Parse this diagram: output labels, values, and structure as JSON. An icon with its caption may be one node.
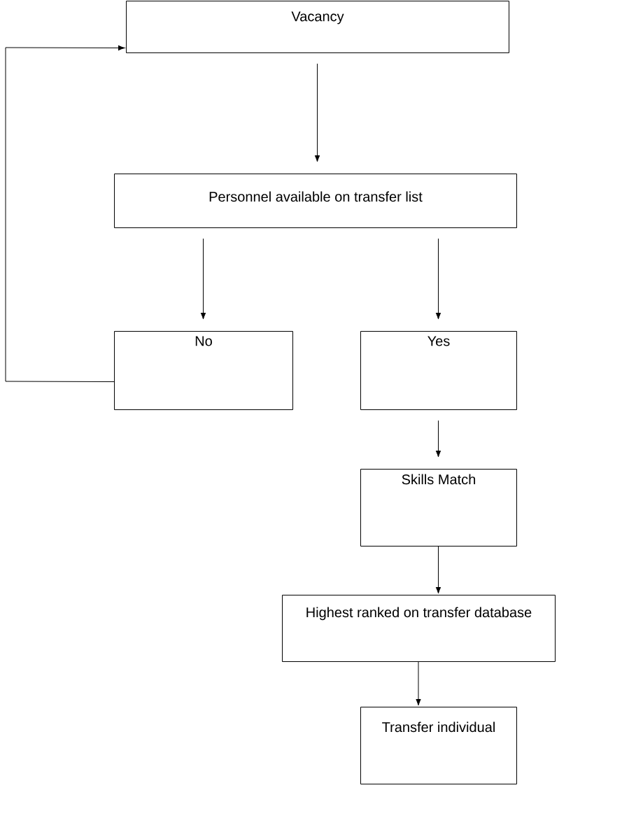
{
  "diagram": {
    "nodes": [
      {
        "text": [
          "Vacancy"
        ]
      },
      {
        "text": [
          "Personnel available on transfer list"
        ]
      },
      {
        "text": [
          "No"
        ]
      },
      {
        "text": [
          "Yes"
        ]
      },
      {
        "text": [
          "Skills Match"
        ]
      },
      {
        "text": [
          "Highest ranked on transfer database"
        ]
      },
      {
        "text": [
          "Transfer individual"
        ]
      }
    ],
    "edges": [
      {
        "from": 0,
        "to": 1,
        "arrow": "to"
      },
      {
        "from": 1,
        "to": 2,
        "arrow": "to"
      },
      {
        "from": 1,
        "to": 3,
        "arrow": "to"
      },
      {
        "from": 3,
        "to": 4,
        "arrow": "to"
      },
      {
        "from": 4,
        "to": 5,
        "arrow": "to"
      },
      {
        "from": 5,
        "to": 6,
        "arrow": "to"
      },
      {
        "from": 2,
        "to": 0,
        "arrow": "to"
      }
    ]
  }
}
